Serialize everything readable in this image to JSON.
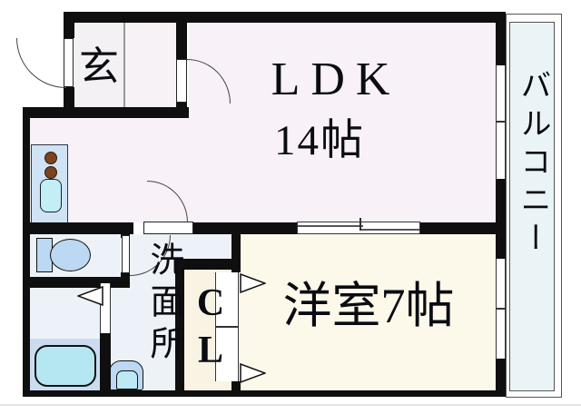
{
  "plan_type": "apartment-floor-plan",
  "rooms": {
    "entrance": {
      "label": "玄"
    },
    "ldk": {
      "name": "LDK",
      "size": "14帖"
    },
    "washroom": {
      "label": "洗面所"
    },
    "closet": {
      "label": "CL"
    },
    "western_room": {
      "label": "洋室7帖"
    },
    "balcony": {
      "label": "バルコニー"
    }
  },
  "fixtures": [
    "kitchen-counter",
    "stove-burners",
    "kitchen-sink",
    "toilet",
    "bathtub",
    "washbasin"
  ],
  "colors": {
    "wall": "#0f0f0f",
    "ldk_fill": "#f8f1f8",
    "entrance_fill": "#f4f1f4",
    "wet_area_fill": "#edf2f8",
    "bath_floor_fill": "#cbdcf1",
    "closet_fill": "#f9f3e3",
    "western_room_fill": "#fcf9ea",
    "balcony_fill": "#eaf4f6",
    "fixture_blue": "#bcd8f2",
    "fixture_cyan": "#b9e9f3",
    "burner_brown": "#7d431f"
  }
}
